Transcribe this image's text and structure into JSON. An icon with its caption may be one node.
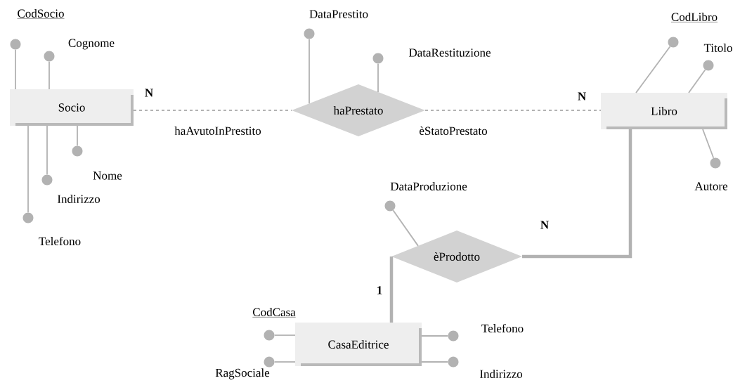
{
  "diagram": {
    "nodes": [
      {
        "text": [
          "Socio"
        ]
      },
      {
        "text": [
          "haPrestato"
        ]
      },
      {
        "text": [
          "Libro"
        ]
      },
      {
        "text": [
          "èProdotto"
        ]
      },
      {
        "text": [
          "CasaEditrice"
        ]
      },
      {
        "text": [
          "CodSocio"
        ]
      },
      {
        "text": [
          "Cognome"
        ]
      },
      {
        "text": [
          "Nome"
        ]
      },
      {
        "text": [
          "Indirizzo"
        ]
      },
      {
        "text": [
          "Telefono"
        ]
      },
      {
        "text": [
          "DataPrestito"
        ]
      },
      {
        "text": [
          "DataRestituzione"
        ]
      },
      {
        "text": [
          "CodLibro"
        ]
      },
      {
        "text": [
          "Titolo"
        ]
      },
      {
        "text": [
          "Autore"
        ]
      },
      {
        "text": [
          "DataProduzione"
        ]
      },
      {
        "text": [
          "CodCasa"
        ]
      },
      {
        "text": [
          "RagSociale"
        ]
      },
      {
        "text": [
          "Telefono"
        ]
      },
      {
        "text": [
          "Indirizzo"
        ]
      }
    ],
    "edges": [
      {
        "from": 0,
        "to": 1,
        "arrow": "none",
        "label": "haAvutoInPrestito",
        "style": "dashed"
      },
      {
        "from": 1,
        "to": 2,
        "arrow": "none",
        "label": "èStatoPrestato",
        "style": "dashed"
      },
      {
        "from": 3,
        "to": 2,
        "arrow": "none",
        "style": "thick"
      },
      {
        "from": 3,
        "to": 4,
        "arrow": "none",
        "style": "thick"
      },
      {
        "from": 5,
        "to": 0,
        "arrow": "none"
      },
      {
        "from": 6,
        "to": 0,
        "arrow": "none"
      },
      {
        "from": 7,
        "to": 0,
        "arrow": "none"
      },
      {
        "from": 8,
        "to": 0,
        "arrow": "none"
      },
      {
        "from": 9,
        "to": 0,
        "arrow": "none"
      },
      {
        "from": 10,
        "to": 1,
        "arrow": "none"
      },
      {
        "from": 11,
        "to": 1,
        "arrow": "none"
      },
      {
        "from": 12,
        "to": 2,
        "arrow": "none"
      },
      {
        "from": 13,
        "to": 2,
        "arrow": "none"
      },
      {
        "from": 14,
        "to": 2,
        "arrow": "none"
      },
      {
        "from": 15,
        "to": 3,
        "arrow": "none"
      },
      {
        "from": 16,
        "to": 4,
        "arrow": "none"
      },
      {
        "from": 17,
        "to": 4,
        "arrow": "none"
      },
      {
        "from": 18,
        "to": 4,
        "arrow": "none"
      },
      {
        "from": 19,
        "to": 4,
        "arrow": "none"
      }
    ],
    "labels": [
      "N",
      "N",
      "N",
      "1"
    ]
  }
}
